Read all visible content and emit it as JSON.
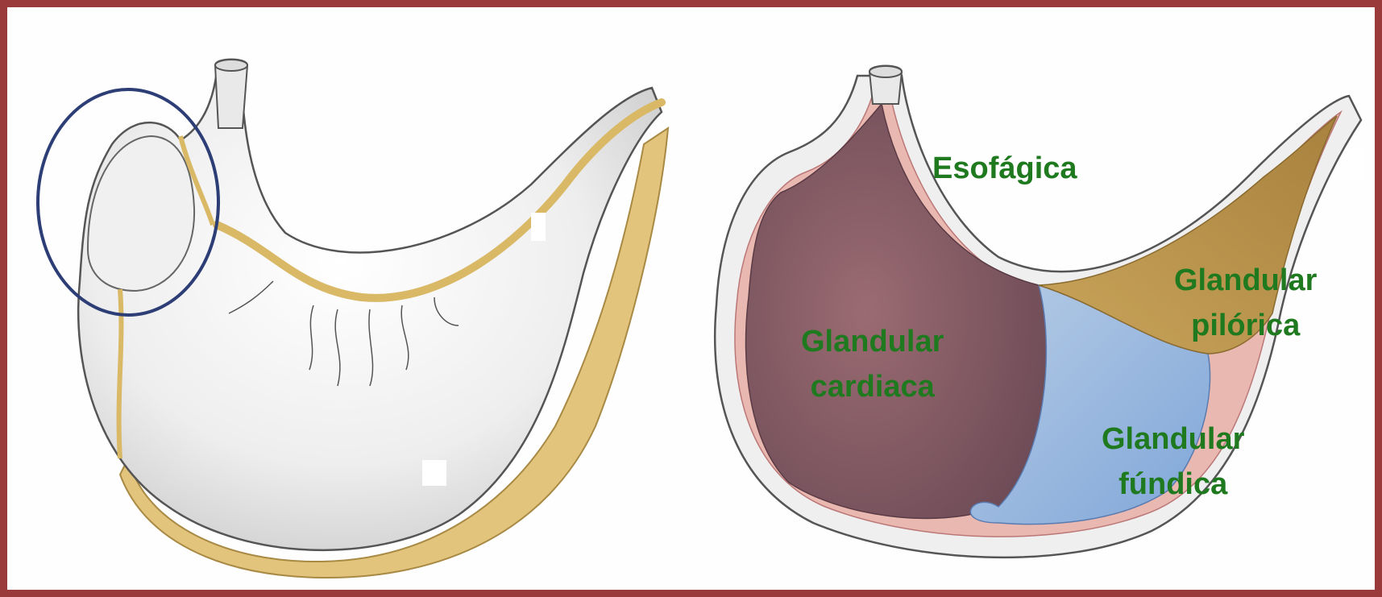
{
  "figure": {
    "border_color": "#9b3a3a",
    "label_color": "#1f7a1f",
    "left_drawing": "stomach-external-view",
    "right_drawing": "stomach-internal-section",
    "highlight_shape": "circle-outline",
    "highlight_color": "#2c3e75"
  },
  "labels": {
    "esofagica": "Esofágica",
    "cardiaca": [
      "Glandular",
      "cardiaca"
    ],
    "pilorica": [
      "Glandular",
      "pilórica"
    ],
    "fundica": [
      "Glandular",
      "fúndica"
    ]
  },
  "region_colors": {
    "cardiaca": "#8c5f66",
    "pilorica": "#c9a45a",
    "fundica": "#9fbde0",
    "mucosa_rim": "#e9b8b0",
    "omentum": "#e0c27a"
  }
}
